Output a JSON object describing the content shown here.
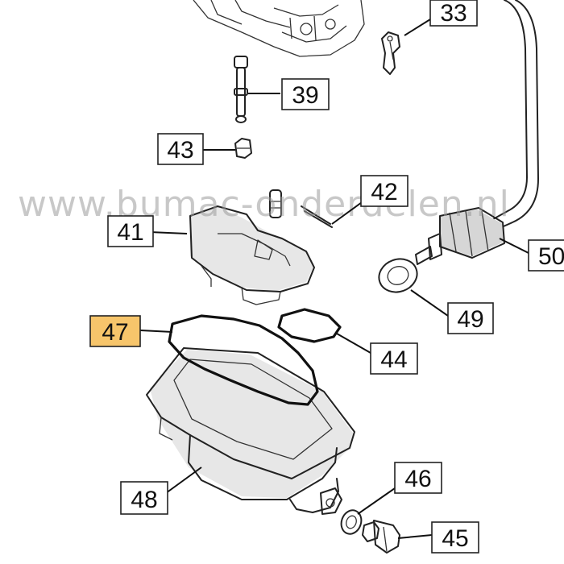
{
  "watermark": "www.bumac-onderdelen.nl",
  "callouts": [
    {
      "id": "33",
      "label": "33",
      "highlighted": false
    },
    {
      "id": "39",
      "label": "39",
      "highlighted": false
    },
    {
      "id": "43",
      "label": "43",
      "highlighted": false
    },
    {
      "id": "42",
      "label": "42",
      "highlighted": false
    },
    {
      "id": "41",
      "label": "41",
      "highlighted": false
    },
    {
      "id": "50",
      "label": "50",
      "highlighted": false
    },
    {
      "id": "49",
      "label": "49",
      "highlighted": false
    },
    {
      "id": "47",
      "label": "47",
      "highlighted": true
    },
    {
      "id": "44",
      "label": "44",
      "highlighted": false
    },
    {
      "id": "48",
      "label": "48",
      "highlighted": false
    },
    {
      "id": "46",
      "label": "46",
      "highlighted": false
    },
    {
      "id": "45",
      "label": "45",
      "highlighted": false
    }
  ],
  "colors": {
    "highlight": "#f7c56b",
    "line": "#222222",
    "watermark": "#9a9a9a"
  }
}
